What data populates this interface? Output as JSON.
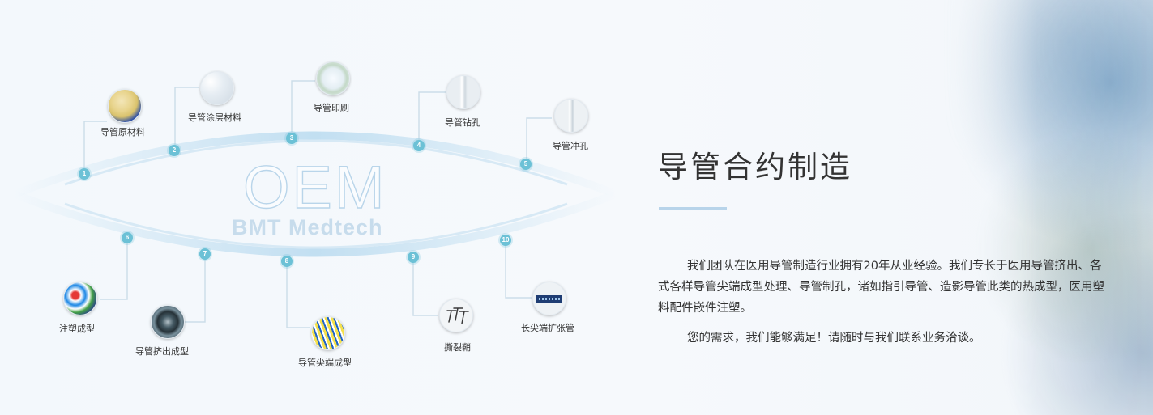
{
  "watermark": {
    "oem": "OEM",
    "company": "BMT Medtech"
  },
  "items": [
    {
      "num": "1",
      "label": "导管原材料"
    },
    {
      "num": "2",
      "label": "导管涂层材料"
    },
    {
      "num": "3",
      "label": "导管印刷"
    },
    {
      "num": "4",
      "label": "导管钻孔"
    },
    {
      "num": "5",
      "label": "导管冲孔"
    },
    {
      "num": "6",
      "label": "注塑成型"
    },
    {
      "num": "7",
      "label": "导管挤出成型"
    },
    {
      "num": "8",
      "label": "导管尖端成型"
    },
    {
      "num": "9",
      "label": "撕裂鞘"
    },
    {
      "num": "10",
      "label": "长尖端扩张管"
    }
  ],
  "section": {
    "title": "导管合约制造",
    "paragraph1": "我们团队在医用导管制造行业拥有20年从业经验。我们专长于医用导管挤出、各式各样导管尖端成型处理、导管制孔，诸如指引导管、造影导管此类的热成型，医用塑料配件嵌件注塑。",
    "paragraph2": "您的需求，我们能够满足！请随时与我们联系业务洽谈。"
  },
  "colors": {
    "accent": "#6cc1d6",
    "title_bar": "#b8d4ea",
    "text": "#333333"
  }
}
